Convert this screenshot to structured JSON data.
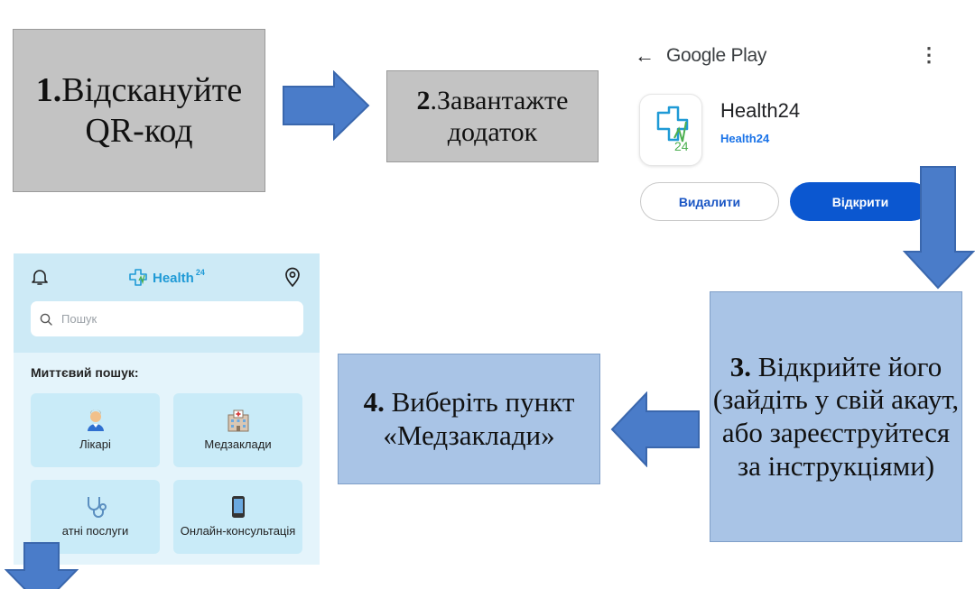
{
  "steps": {
    "step1": {
      "num": "1.",
      "text": "Відскануйте QR-код"
    },
    "step2": {
      "num": "2",
      "text": ".Завантажте додаток"
    },
    "step3": {
      "num": "3.",
      "text": " Відкрийте його (зайдіть у свій акаут, або зареєструйтеся за інструкціями)"
    },
    "step4": {
      "num": "4.",
      "text": " Виберіть пункт «Медзаклади»"
    }
  },
  "google_play": {
    "store_name": "Google Play",
    "app_name": "Health24",
    "developer": "Health24",
    "icon_sub": "24",
    "uninstall_label": "Видалити",
    "open_label": "Відкрити"
  },
  "app_screen": {
    "logo_text": "Health",
    "logo_sup": "24",
    "search_placeholder": "Пошук",
    "quick_search_label": "Миттєвий пошук:",
    "tiles": [
      {
        "label": "Лікарі"
      },
      {
        "label": "Медзаклади"
      },
      {
        "label": "атні послуги"
      },
      {
        "label": "Онлайн-консультація"
      }
    ]
  },
  "colors": {
    "arrow_blue": "#4a7cc9",
    "step_gray": "#c3c3c3",
    "step_blue": "#a9c4e6",
    "play_button": "#0b57d0",
    "app_accent": "#1f9ad6"
  }
}
